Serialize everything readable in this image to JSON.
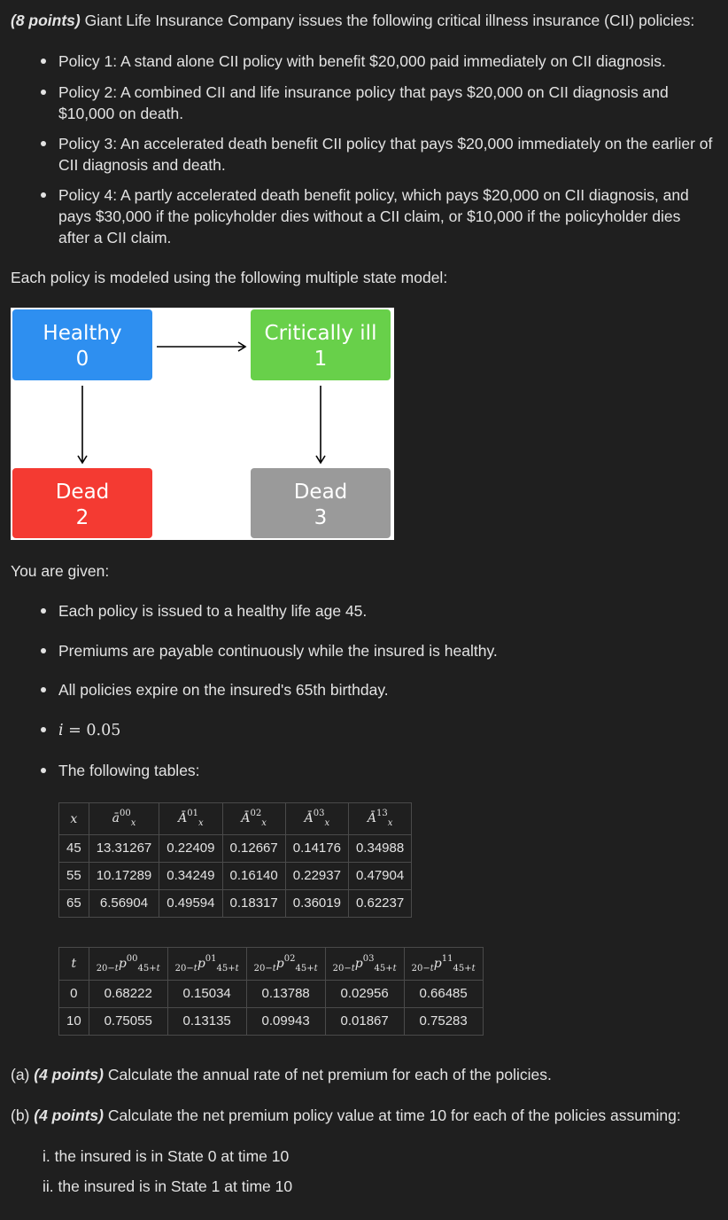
{
  "intro": {
    "points": "(8 points)",
    "text": " Giant Life Insurance Company issues the following critical illness insurance (CII) policies:"
  },
  "policies": [
    "Policy 1: A stand alone CII policy with benefit $20,000 paid immediately on CII diagnosis.",
    "Policy 2: A combined CII and life insurance policy that pays $20,000 on CII diagnosis and $10,000 on death.",
    "Policy 3: An accelerated death benefit CII policy that pays $20,000 immediately on the earlier of CII diagnosis and death.",
    "Policy 4: A partly accelerated death benefit policy, which pays $20,000 on CII diagnosis, and pays $30,000 if the policyholder dies without a CII claim, or $10,000 if the policyholder dies after a CII claim."
  ],
  "model_text": "Each policy is modeled using the following multiple state model:",
  "diagram": {
    "states": [
      {
        "name": "Healthy",
        "num": "0",
        "color": "#2e8ff0"
      },
      {
        "name": "Critically ill",
        "num": "1",
        "color": "#68d04a"
      },
      {
        "name": "Dead",
        "num": "2",
        "color": "#f43a32"
      },
      {
        "name": "Dead",
        "num": "3",
        "color": "#9a9a9a"
      }
    ]
  },
  "given_text": "You are given:",
  "given": {
    "g1": "Each policy is issued to a healthy life age 45.",
    "g2": "Premiums are payable continuously while the insured is healthy.",
    "g3": "All policies expire on the insured's 65th birthday.",
    "g4_var": "i",
    "g4_eq": " = 0.05",
    "g5": "The following tables:"
  },
  "table1": {
    "headers": [
      "x",
      "ā00x",
      "Ā01x",
      "Ā02x",
      "Ā03x",
      "Ā13x"
    ],
    "rows": [
      [
        "45",
        "13.31267",
        "0.22409",
        "0.12667",
        "0.14176",
        "0.34988"
      ],
      [
        "55",
        "10.17289",
        "0.34249",
        "0.16140",
        "0.22937",
        "0.47904"
      ],
      [
        "65",
        "6.56904",
        "0.49594",
        "0.18317",
        "0.36019",
        "0.62237"
      ]
    ]
  },
  "table2": {
    "headers": [
      "t",
      "20−tp00 45+t",
      "20−tp01 45+t",
      "20−tp02 45+t",
      "20−tp03 45+t",
      "20−tp11 45+t"
    ],
    "rows": [
      [
        "0",
        "0.68222",
        "0.15034",
        "0.13788",
        "0.02956",
        "0.66485"
      ],
      [
        "10",
        "0.75055",
        "0.13135",
        "0.09943",
        "0.01867",
        "0.75283"
      ]
    ]
  },
  "questions": {
    "a_prefix": "(a) ",
    "a_points": "(4 points)",
    "a_text": " Calculate the annual rate of net premium for each of the policies.",
    "b_prefix": "(b) ",
    "b_points": "(4 points)",
    "b_text": " Calculate the net premium policy value at time 10 for each of the policies assuming:",
    "i": "i. the insured is in State 0 at time 10",
    "ii": "ii. the insured is in State 1 at time 10"
  }
}
